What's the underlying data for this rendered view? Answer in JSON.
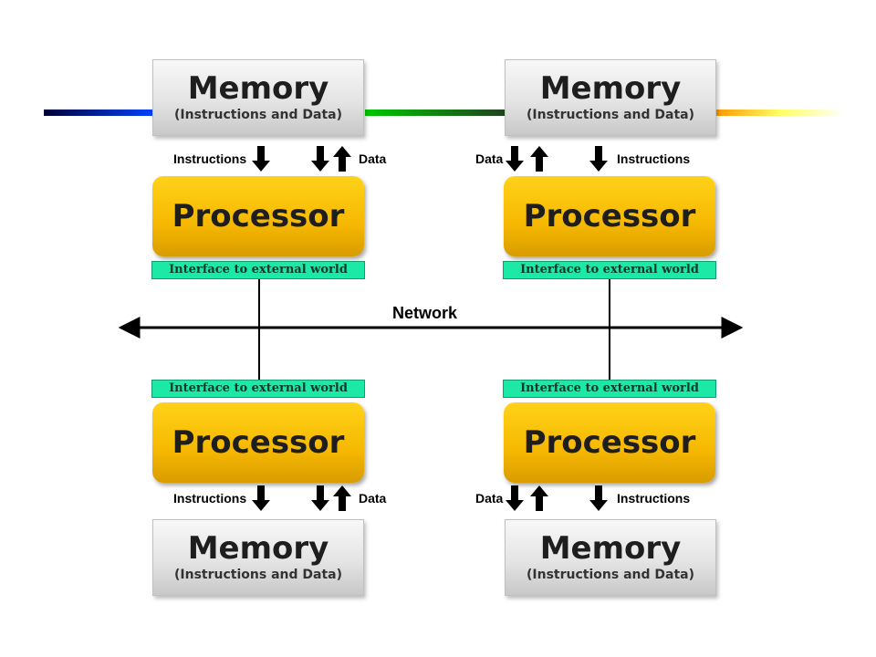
{
  "memory": {
    "title": "Memory",
    "subtitle": "(Instructions and Data)"
  },
  "processor": {
    "title": "Processor"
  },
  "interface": {
    "label": "Interface to external world"
  },
  "signals": {
    "instructions": "Instructions",
    "data": "Data"
  },
  "network": {
    "label": "Network"
  },
  "colors": {
    "processor": "#f6b800",
    "interface": "#1de9a6",
    "memory": "#e4e4e4",
    "arrows": "#000000"
  }
}
